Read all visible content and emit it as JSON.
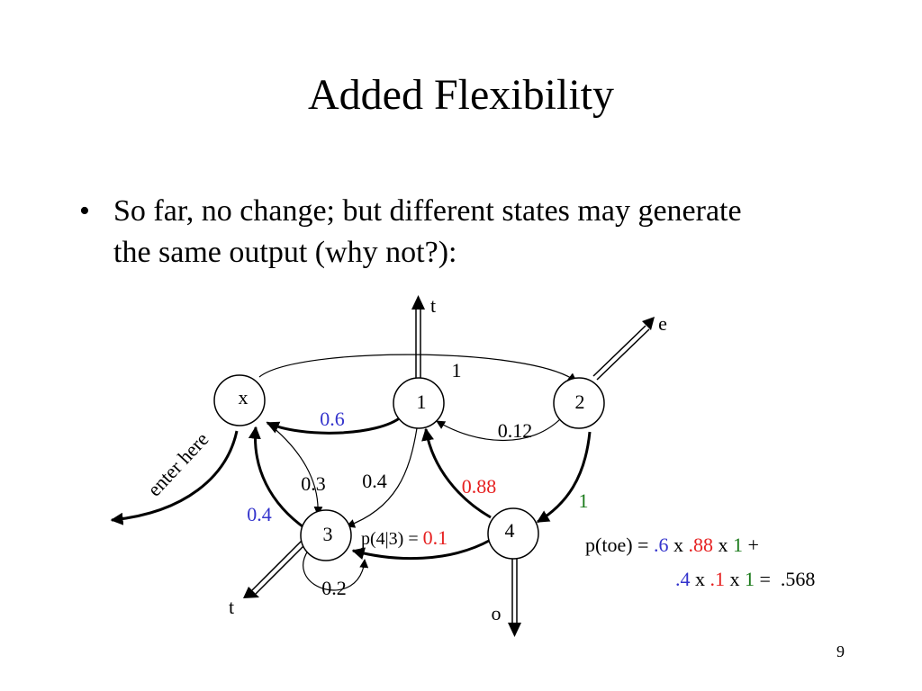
{
  "slide": {
    "title": "Added Flexibility",
    "bullet": "So far, no change; but different states may generate the same output (why not?):",
    "bullet_marker": "•",
    "page_number": "9"
  },
  "colors": {
    "blue": "#3333cc",
    "red": "#e62020",
    "green": "#1a7a1a",
    "black": "#000000"
  },
  "diagram": {
    "states": {
      "x": "x",
      "s1": "1",
      "s2": "2",
      "s3": "3",
      "s4": "4"
    },
    "outputs": {
      "t_top": "t",
      "e": "e",
      "t_bottom": "t",
      "o": "o"
    },
    "entry_label": "enter here",
    "edge_labels": {
      "x_to_2": "1",
      "s1_to_x": "0.6",
      "s2_to_1": "0.12",
      "x_to_3": "0.3",
      "s1_to_3": "0.4",
      "s4_to_1": "0.88",
      "s2_to_4": "1",
      "s3_to_x": "0.4",
      "s3_self": "0.2"
    },
    "p43": {
      "prefix": "p(4|3) = ",
      "value": "0.1"
    }
  },
  "formula": {
    "line1": [
      {
        "text": "p(toe) = ",
        "color": "black"
      },
      {
        "text": ".6",
        "color": "blue"
      },
      {
        "text": " x ",
        "color": "black"
      },
      {
        "text": ".88",
        "color": "red"
      },
      {
        "text": " x ",
        "color": "black"
      },
      {
        "text": "1",
        "color": "green"
      },
      {
        "text": " +",
        "color": "black"
      }
    ],
    "line2": [
      {
        "text": ".4",
        "color": "blue"
      },
      {
        "text": " x ",
        "color": "black"
      },
      {
        "text": ".1",
        "color": "red"
      },
      {
        "text": " x ",
        "color": "black"
      },
      {
        "text": "1",
        "color": "green"
      },
      {
        "text": " =  .568",
        "color": "black"
      }
    ]
  }
}
